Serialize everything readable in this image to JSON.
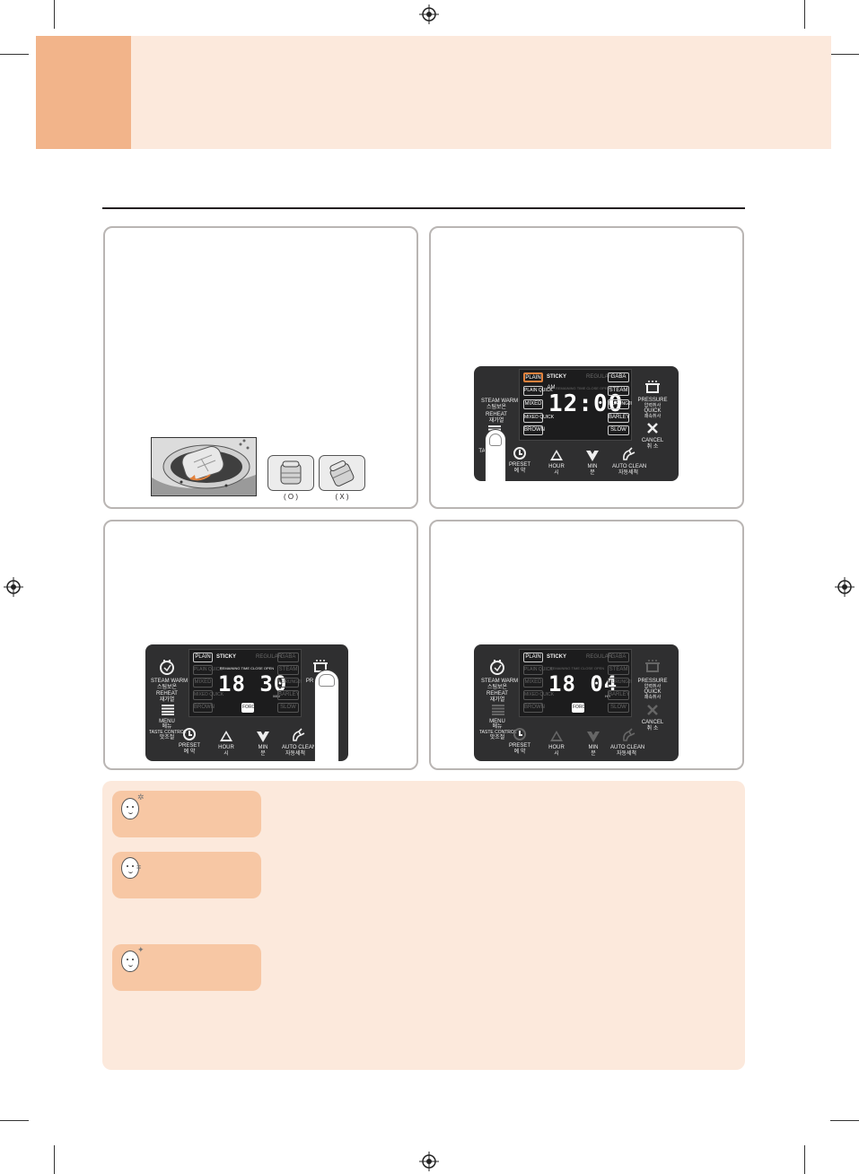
{
  "page": {
    "header_tab_color": "#f2b48a",
    "header_band_color": "#fce9dc",
    "tip_box_color": "#fce9dc",
    "tip_tab_color": "#f7c7a4"
  },
  "step1": {
    "symbols": {
      "correct": "( O )",
      "incorrect": "( X )"
    }
  },
  "panel_common": {
    "steam_warm": "STEAM WARM",
    "steam_warm_ko": "스팀보온",
    "reheat": "REHEAT",
    "reheat_ko": "재가열",
    "menu": "MENU",
    "menu_ko": "메뉴",
    "taste_control": "TASTE CONTROL",
    "taste_control_ko": "맛조절",
    "preset": "PRESET",
    "preset_ko": "예 약",
    "hour": "HOUR",
    "hour_ko": "시",
    "min": "MIN",
    "min_ko": "분",
    "auto_clean": "AUTO CLEAN",
    "auto_clean_ko": "자동세척",
    "pressure": "PRESSURE",
    "pressure_ko": "압력취사",
    "quick": "QUICK",
    "quick_ko": "쾌속취사",
    "cancel": "CANCEL",
    "cancel_ko": "취 소",
    "sticky": "STICKY",
    "regular": "REGULAR",
    "status": "REMAINING TIME  CLOSE  OPEN",
    "am": "AM",
    "pm": "PM",
    "menus_left": [
      "PLAIN",
      "PLAIN QUICK",
      "MIXED",
      "MIXED QUICK",
      "BROWN"
    ],
    "menus_right": [
      "GABA",
      "STEAM",
      "NURUNGJI",
      "BARLEY",
      "SLOW"
    ],
    "force": "FORCE",
    "hr": "HR",
    "min_unit": "MIN"
  },
  "display_step2": {
    "digits": "12:00"
  },
  "display_step3": {
    "digits": "18 30"
  },
  "display_step4": {
    "digits": "18 04"
  }
}
